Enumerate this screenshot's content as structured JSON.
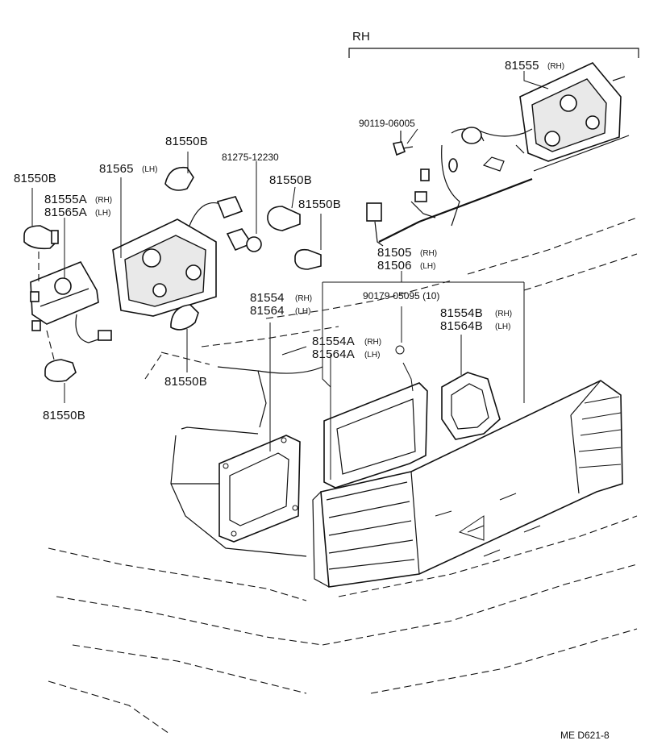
{
  "group_label": "RH",
  "parts": {
    "p81555": "81555",
    "p81555_rh": "(RH)",
    "p90119": "90119-06005",
    "p81275": "81275-12230",
    "p81565": "81565",
    "p81565_lh": "(LH)",
    "p81555A": "81555A",
    "p81555A_rh": "(RH)",
    "p81565A": "81565A",
    "p81565A_lh": "(LH)",
    "bulb": "81550B",
    "p81505": "81505",
    "p81505_rh": "(RH)",
    "p81506": "81506",
    "p81506_lh": "(LH)",
    "p90179": "90179-05095 (10)",
    "p81554": "81554",
    "p81554_rh": "(RH)",
    "p81564": "81564",
    "p81564_lh": "(LH)",
    "p81554A": "81554A",
    "p81554A_rh": "(RH)",
    "p81564A": "81564A",
    "p81564A_lh": "(LH)",
    "p81554B": "81554B",
    "p81554B_rh": "(RH)",
    "p81564B": "81564B",
    "p81564B_lh": "(LH)"
  },
  "footer_code": "ME  D621-8"
}
